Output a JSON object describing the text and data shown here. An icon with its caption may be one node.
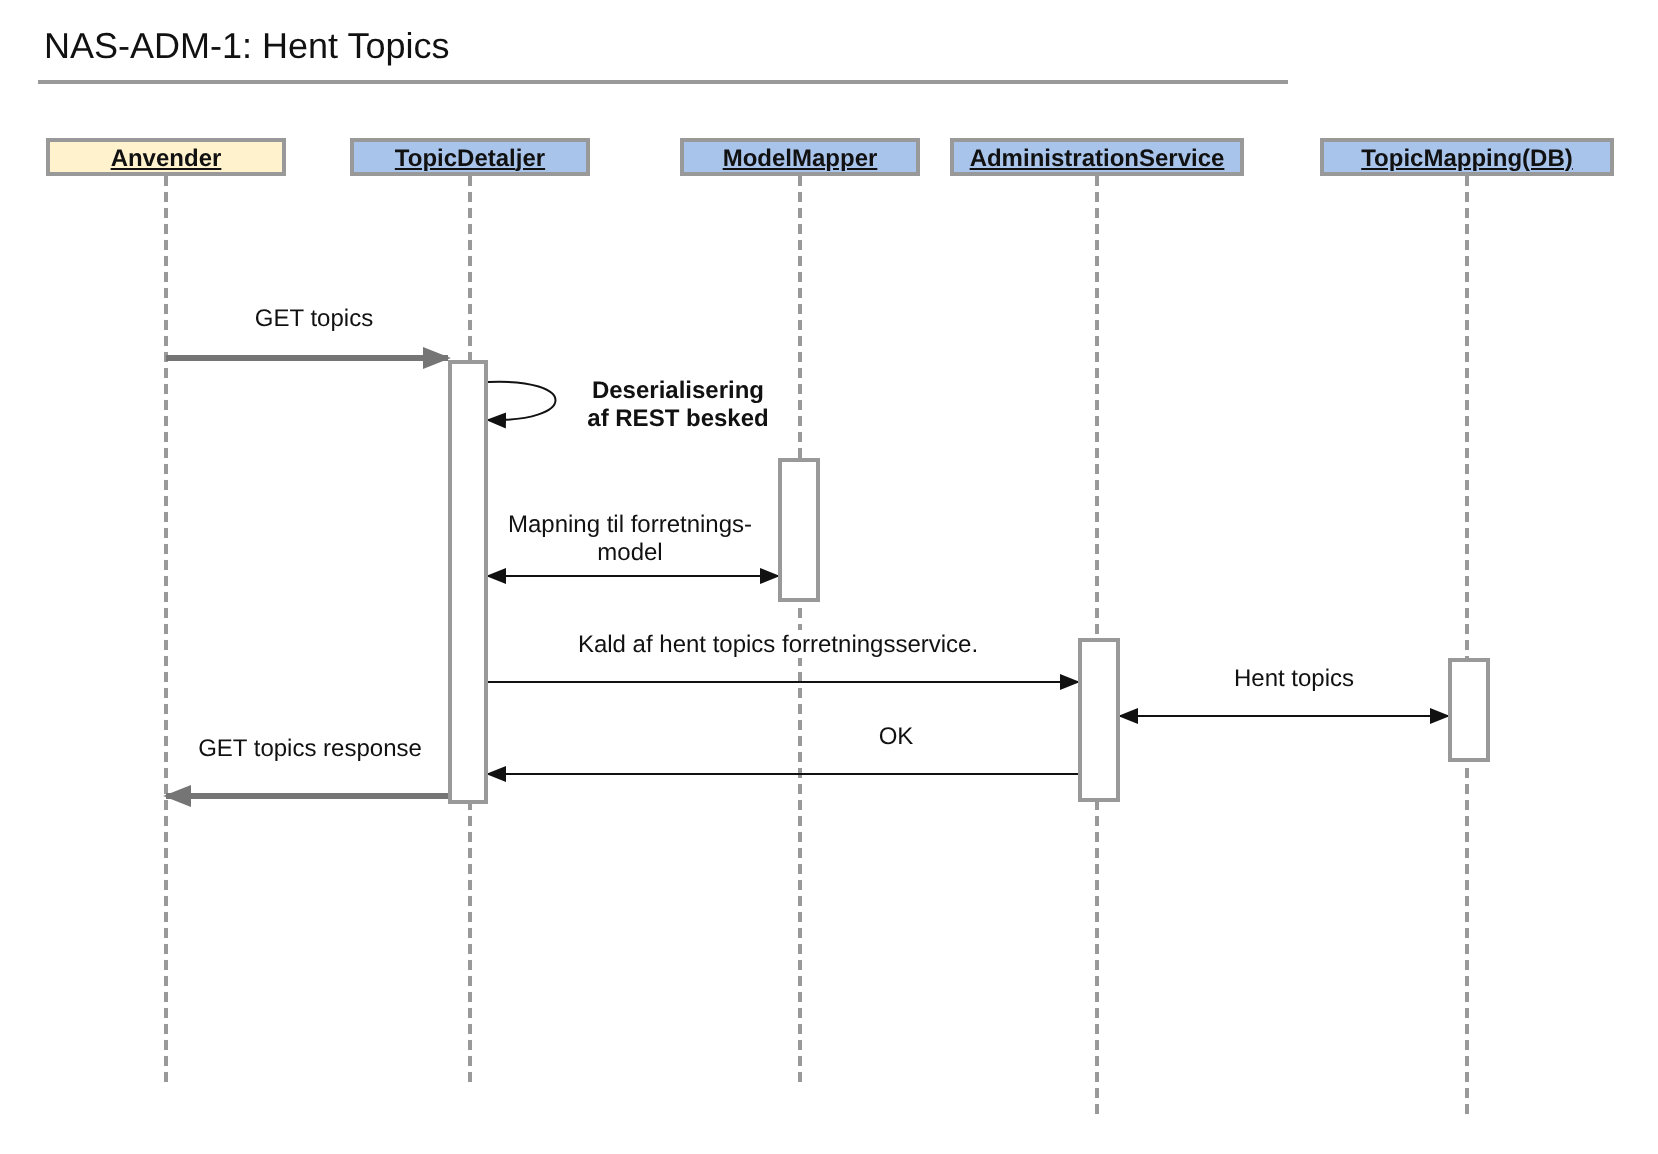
{
  "diagram": {
    "title": "NAS-ADM-1: Hent Topics",
    "nodes": [
      {
        "text": [
          "Anvender"
        ]
      },
      {
        "text": [
          "TopicDetaljer"
        ]
      },
      {
        "text": [
          "ModelMapper"
        ]
      },
      {
        "text": [
          "AdministrationService"
        ]
      },
      {
        "text": [
          "TopicMapping(DB)"
        ]
      },
      {
        "text": [],
        "shape": "bar"
      },
      {
        "text": [],
        "shape": "bar"
      },
      {
        "text": [],
        "shape": "bar"
      },
      {
        "text": [],
        "shape": "bar"
      }
    ],
    "edges": [
      {
        "from": null,
        "to": 5,
        "arrow": "to",
        "label": "GET topics",
        "style": "thick",
        "color": "#757575"
      },
      {
        "from": 5,
        "to": 5,
        "arrow": "to",
        "label": "Deserialisering af REST besked"
      },
      {
        "from": 5,
        "to": 6,
        "arrow": "both",
        "label": "Mapning til forretnings- model"
      },
      {
        "from": 5,
        "to": 7,
        "arrow": "to",
        "label": "Kald af hent topics forretningsservice."
      },
      {
        "from": 7,
        "to": 8,
        "arrow": "both",
        "label": "Hent topics"
      },
      {
        "from": 7,
        "to": 5,
        "arrow": "to",
        "label": "OK"
      },
      {
        "from": 5,
        "to": null,
        "arrow": "to",
        "label": "GET topics response",
        "style": "thick",
        "color": "#757575"
      }
    ]
  }
}
